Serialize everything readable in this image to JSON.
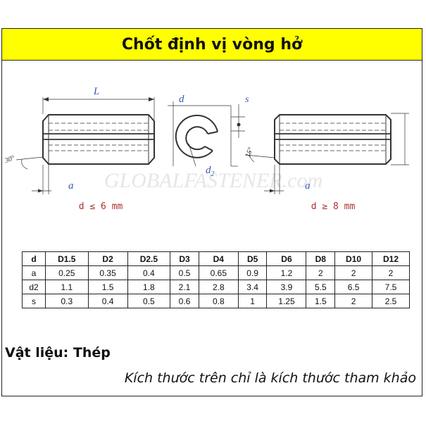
{
  "title": "Chốt định vị vòng hở",
  "drawing": {
    "label_L": "L",
    "label_d": "d",
    "label_s": "s",
    "label_d2_main": "d",
    "label_d2_sub": "2",
    "label_a_left": "a",
    "label_a_right": "a",
    "angle_30": "30°",
    "angle_15": "15°",
    "caption_left": "d ≤ 6 mm",
    "caption_right": "d ≥ 8 mm",
    "watermark": "GLOBALFASTENER.com",
    "line_color": "#333333",
    "label_color": "#3a5bb5",
    "caption_color": "#b03030"
  },
  "table": {
    "headers": [
      "d",
      "D1.5",
      "D2",
      "D2.5",
      "D3",
      "D4",
      "D5",
      "D6",
      "D8",
      "D10",
      "D12"
    ],
    "rows": [
      [
        "a",
        "0.25",
        "0.35",
        "0.4",
        "0.5",
        "0.65",
        "0.9",
        "1.2",
        "2",
        "2",
        "2"
      ],
      [
        "d2",
        "1.1",
        "1.5",
        "1.8",
        "2.1",
        "2.8",
        "3.4",
        "3.9",
        "5.5",
        "6.5",
        "7.5"
      ],
      [
        "s",
        "0.3",
        "0.4",
        "0.5",
        "0.6",
        "0.8",
        "1",
        "1.25",
        "1.5",
        "2",
        "2.5"
      ]
    ]
  },
  "material": "Vật liệu: Thép",
  "note": "Kích thước trên chỉ là kích thước tham khảo"
}
